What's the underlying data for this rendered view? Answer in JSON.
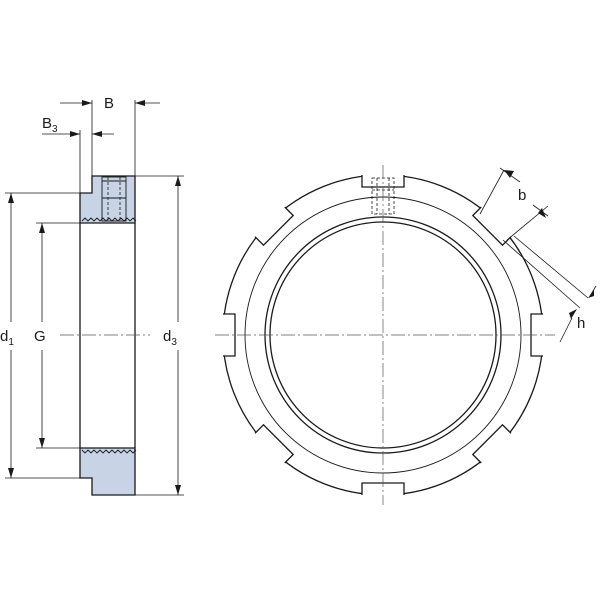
{
  "labels": {
    "B": "B",
    "B3_main": "B",
    "B3_sub": "3",
    "d1_main": "d",
    "d1_sub": "1",
    "G": "G",
    "d3_main": "d",
    "d3_sub": "3",
    "b": "b",
    "h": "h"
  },
  "colors": {
    "section_fill": "#c8d3e6",
    "line": "#1a1a1a"
  }
}
